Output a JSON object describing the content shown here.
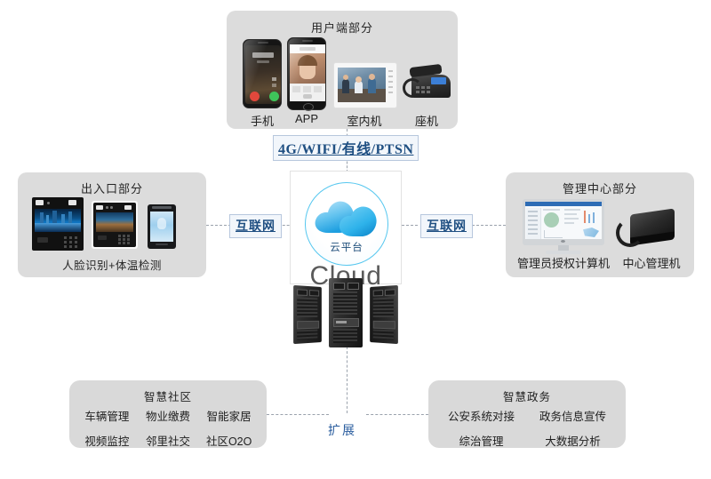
{
  "diagram": {
    "client_panel": {
      "title": "用户端部分",
      "devices": [
        {
          "label": "手机",
          "icon": "smartphone-call-icon"
        },
        {
          "label": "APP",
          "icon": "smartphone-app-icon"
        },
        {
          "label": "室内机",
          "icon": "indoor-monitor-icon"
        },
        {
          "label": "座机",
          "icon": "desk-phone-icon"
        }
      ]
    },
    "entrance_panel": {
      "title": "出入口部分",
      "caption": "人脸识别+体温检测",
      "devices": [
        {
          "icon": "face-terminal-large-icon"
        },
        {
          "icon": "face-terminal-medium-icon"
        },
        {
          "icon": "face-terminal-slim-icon"
        }
      ]
    },
    "management_panel": {
      "title": "管理中心部分",
      "devices": [
        {
          "label": "管理员授权计算机",
          "icon": "desktop-computer-icon"
        },
        {
          "label": "中心管理机",
          "icon": "center-console-icon"
        }
      ]
    },
    "cloud": {
      "logo_label": "云平台",
      "word": "Cloud",
      "servers_icon": "server-rack-icon",
      "ring_color": "#56c7ef",
      "cloud_color": "#2fb6ec"
    },
    "links": {
      "top": "4G/WIFI/有线/PTSN",
      "left": "互联网",
      "right": "互联网",
      "bottom": "扩展"
    },
    "ext_left": {
      "title": "智慧社区",
      "items": [
        "车辆管理",
        "物业缴费",
        "智能家居",
        "视频监控",
        "邻里社交",
        "社区O2O"
      ]
    },
    "ext_right": {
      "title": "智慧政务",
      "items": [
        "公安系统对接",
        "政务信息宣传",
        "综治管理",
        "大数据分析"
      ]
    }
  }
}
